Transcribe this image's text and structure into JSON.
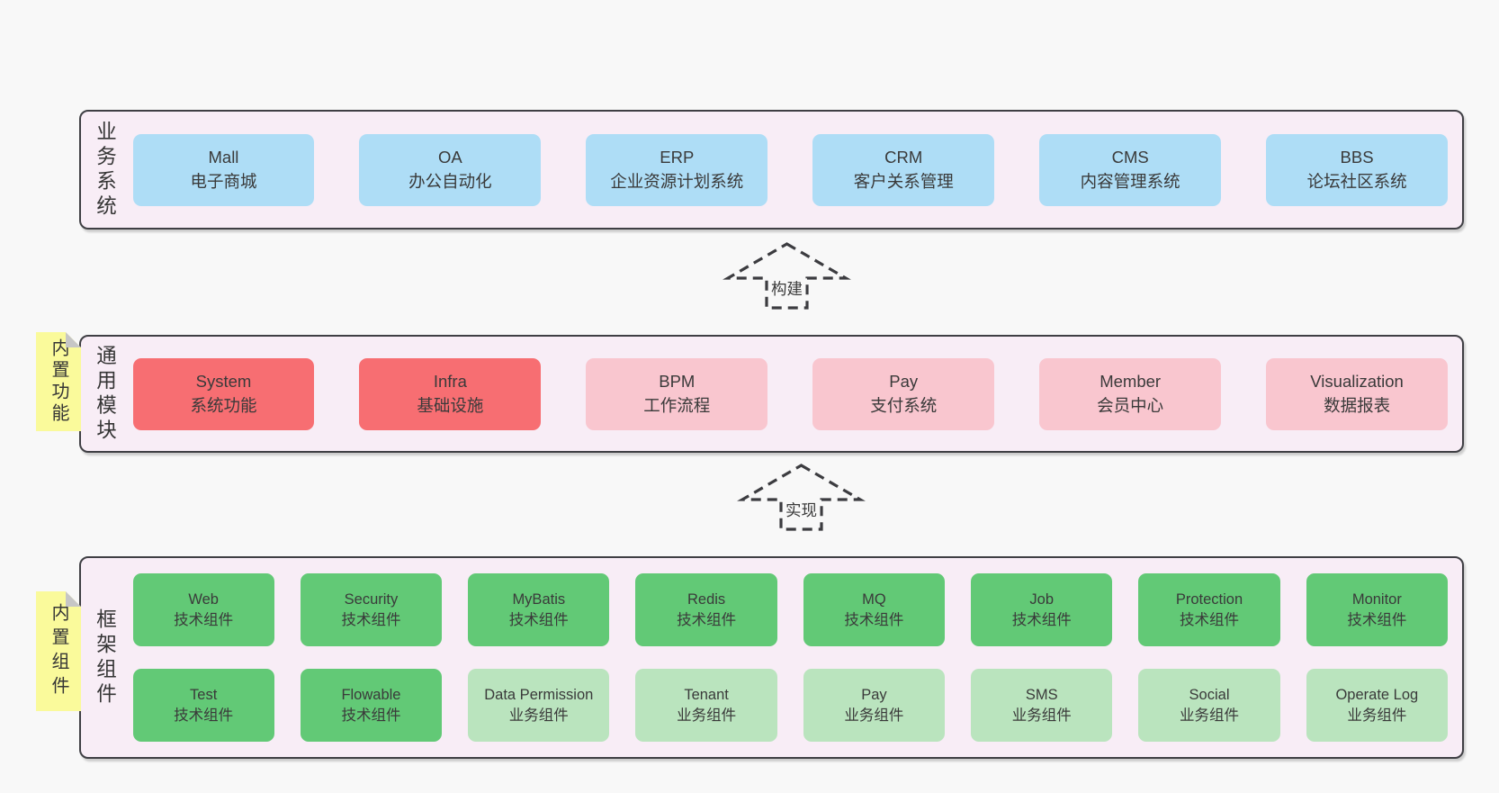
{
  "palette": {
    "page_bg": "#f8f8f8",
    "panel_bg": "#f8edf6",
    "panel_border": "#3f3f44",
    "blue_box": "#aeddf6",
    "red_box": "#f76e72",
    "pink_box": "#f9c6cf",
    "dark_green_box": "#62c976",
    "light_green_box": "#bae4be",
    "note_yellow": "#fafa9b",
    "note_fold_gray": "#c6c6c6",
    "text": "#3a3a3a"
  },
  "business": {
    "label": "业务系统",
    "items": [
      {
        "name": "Mall",
        "desc": "电子商城",
        "variant": "blue"
      },
      {
        "name": "OA",
        "desc": "办公自动化",
        "variant": "blue"
      },
      {
        "name": "ERP",
        "desc": "企业资源计划系统",
        "variant": "blue"
      },
      {
        "name": "CRM",
        "desc": "客户关系管理",
        "variant": "blue"
      },
      {
        "name": "CMS",
        "desc": "内容管理系统",
        "variant": "blue"
      },
      {
        "name": "BBS",
        "desc": "论坛社区系统",
        "variant": "blue"
      }
    ]
  },
  "arrows": {
    "build": "构建",
    "implement": "实现"
  },
  "modules": {
    "label": "通用模块",
    "note": "内置功能",
    "items": [
      {
        "name": "System",
        "desc": "系统功能",
        "variant": "red"
      },
      {
        "name": "Infra",
        "desc": "基础设施",
        "variant": "red"
      },
      {
        "name": "BPM",
        "desc": "工作流程",
        "variant": "pink"
      },
      {
        "name": "Pay",
        "desc": "支付系统",
        "variant": "pink"
      },
      {
        "name": "Member",
        "desc": "会员中心",
        "variant": "pink"
      },
      {
        "name": "Visualization",
        "desc": "数据报表",
        "variant": "pink"
      }
    ]
  },
  "components": {
    "label": "框架组件",
    "note": "内置组件",
    "row1": [
      {
        "name": "Web",
        "desc": "技术组件",
        "variant": "dark"
      },
      {
        "name": "Security",
        "desc": "技术组件",
        "variant": "dark"
      },
      {
        "name": "MyBatis",
        "desc": "技术组件",
        "variant": "dark"
      },
      {
        "name": "Redis",
        "desc": "技术组件",
        "variant": "dark"
      },
      {
        "name": "MQ",
        "desc": "技术组件",
        "variant": "dark"
      },
      {
        "name": "Job",
        "desc": "技术组件",
        "variant": "dark"
      },
      {
        "name": "Protection",
        "desc": "技术组件",
        "variant": "dark"
      },
      {
        "name": "Monitor",
        "desc": "技术组件",
        "variant": "dark"
      }
    ],
    "row2": [
      {
        "name": "Test",
        "desc": "技术组件",
        "variant": "dark"
      },
      {
        "name": "Flowable",
        "desc": "技术组件",
        "variant": "dark"
      },
      {
        "name": "Data Permission",
        "desc": "业务组件",
        "variant": "light"
      },
      {
        "name": "Tenant",
        "desc": "业务组件",
        "variant": "light"
      },
      {
        "name": "Pay",
        "desc": "业务组件",
        "variant": "light"
      },
      {
        "name": "SMS",
        "desc": "业务组件",
        "variant": "light"
      },
      {
        "name": "Social",
        "desc": "业务组件",
        "variant": "light"
      },
      {
        "name": "Operate Log",
        "desc": "业务组件",
        "variant": "light"
      }
    ]
  }
}
